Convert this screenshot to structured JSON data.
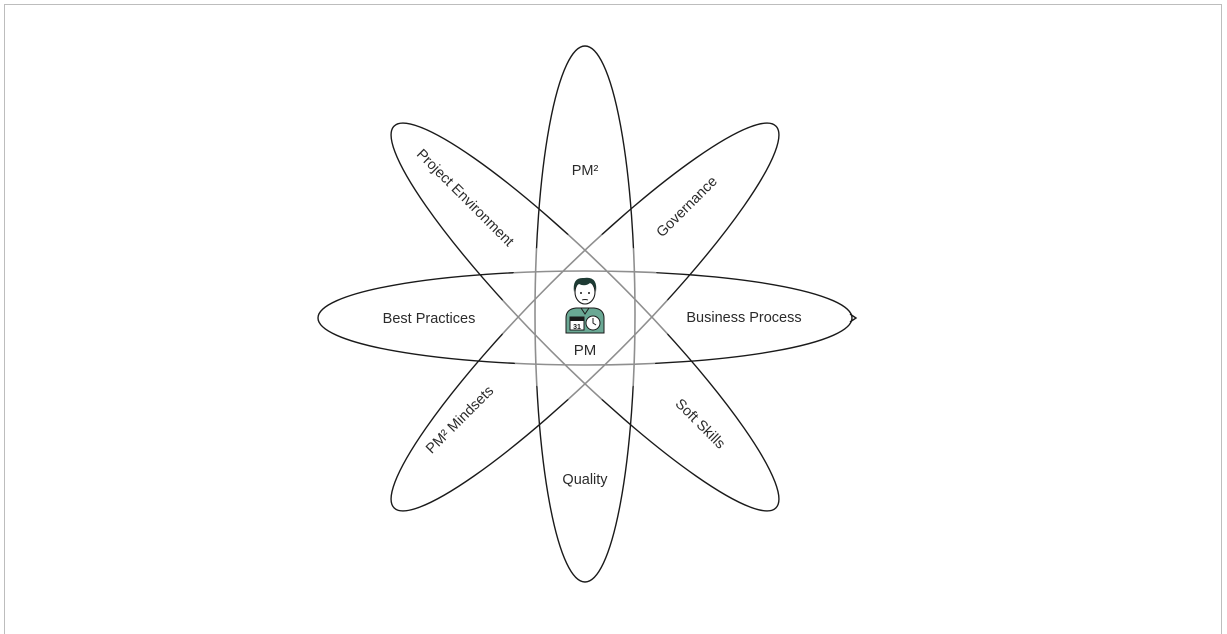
{
  "center": {
    "label": "PM",
    "icon": "project-manager-icon"
  },
  "petals": [
    {
      "id": "pm2",
      "label": "PM²"
    },
    {
      "id": "governance",
      "label": "Governance"
    },
    {
      "id": "business-process",
      "label": "Business Process"
    },
    {
      "id": "soft-skills",
      "label": "Soft Skills"
    },
    {
      "id": "quality",
      "label": "Quality"
    },
    {
      "id": "pm2-mindsets",
      "label": "PM² Mindsets"
    },
    {
      "id": "best-practices",
      "label": "Best Practices"
    },
    {
      "id": "project-environment",
      "label": "Project Environment"
    }
  ],
  "colors": {
    "outline": "#1a1a1a",
    "inner_lines": "#8f8f8f",
    "icon_teal": "#6aa894",
    "hair": "#1e3b34"
  }
}
